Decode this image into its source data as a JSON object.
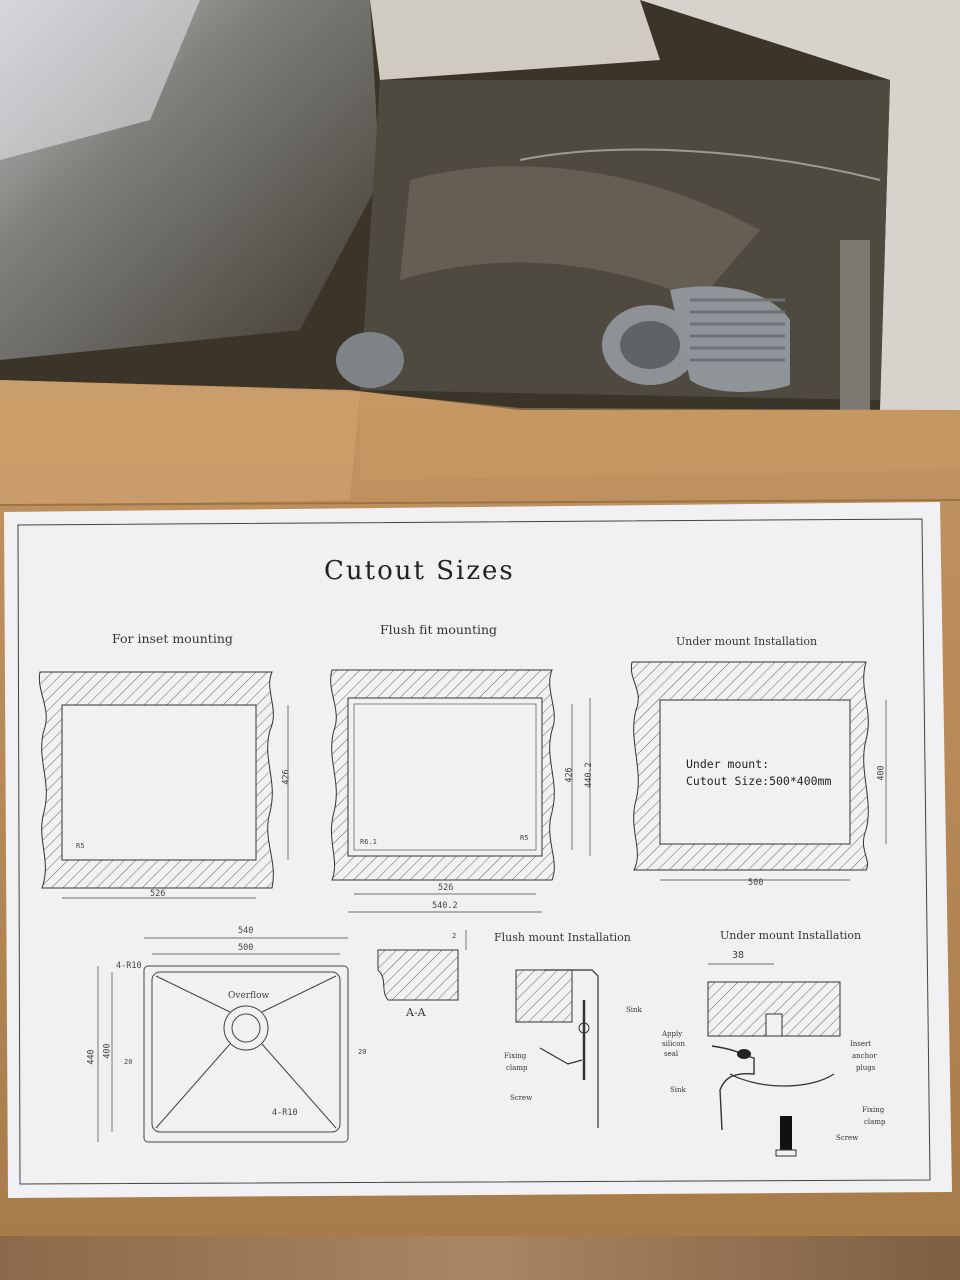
{
  "sheet": {
    "title": "Cutout Sizes",
    "sections": {
      "inset": "For inset mounting",
      "flush": "Flush fit mounting",
      "under": "Under mount Installation",
      "flush_install": "Flush mount Installation",
      "under_install": "Under mount Installation"
    },
    "under_note": {
      "line1": "Under mount:",
      "line2": "Cutout  Size:500*400mm"
    },
    "dims": {
      "inset_w": "526",
      "inset_h": "426",
      "inset_r": "R5",
      "flush_w1": "526",
      "flush_w2": "540.2",
      "flush_h1": "426",
      "flush_h2": "440.2",
      "flush_r1": "R6.1",
      "flush_r2": "R5",
      "under_w": "500",
      "under_h": "400",
      "sink_w1": "540",
      "sink_w2": "500",
      "sink_h1": "440",
      "sink_h2": "400",
      "sink_r1": "4-R10",
      "sink_r2": "4-R10",
      "sink_e1": "20",
      "sink_e2": "20",
      "overflow": "Overflow",
      "section_label": "A-A",
      "section_t": "2",
      "under_38": "38"
    },
    "callouts": {
      "sink": "Sink",
      "fixing_clamp_1": "Fixing",
      "fixing_clamp_2": "clamp",
      "screw": "Screw",
      "apply_1": "Apply",
      "apply_2": "silicon",
      "apply_3": "seal",
      "insert_1": "Insert",
      "insert_2": "anchor",
      "insert_3": "plugs",
      "sink2": "Sink",
      "fixing2_1": "Fixing",
      "fixing2_2": "clamp",
      "screw2": "Screw"
    }
  },
  "colors": {
    "cardboard": "#b88a55",
    "paper": "#f1f1f3",
    "plastic": "#5b5347",
    "line": "#3a3a3a"
  }
}
